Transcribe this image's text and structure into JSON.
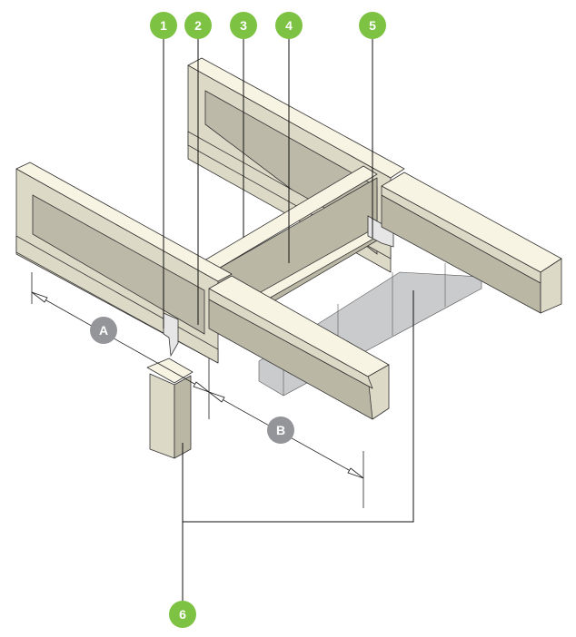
{
  "diagram": {
    "callouts": [
      {
        "label": "1"
      },
      {
        "label": "2"
      },
      {
        "label": "3"
      },
      {
        "label": "4"
      },
      {
        "label": "5"
      },
      {
        "label": "6"
      }
    ],
    "dimensions": [
      {
        "label": "A"
      },
      {
        "label": "B"
      }
    ],
    "colors": {
      "callout": "#7dc242",
      "dimension_marker": "#939598",
      "timber_top": "#f8f4e3",
      "timber_side": "#dcd9c6",
      "web": "#bcb9a8",
      "masonry": "#cacbcd"
    }
  }
}
